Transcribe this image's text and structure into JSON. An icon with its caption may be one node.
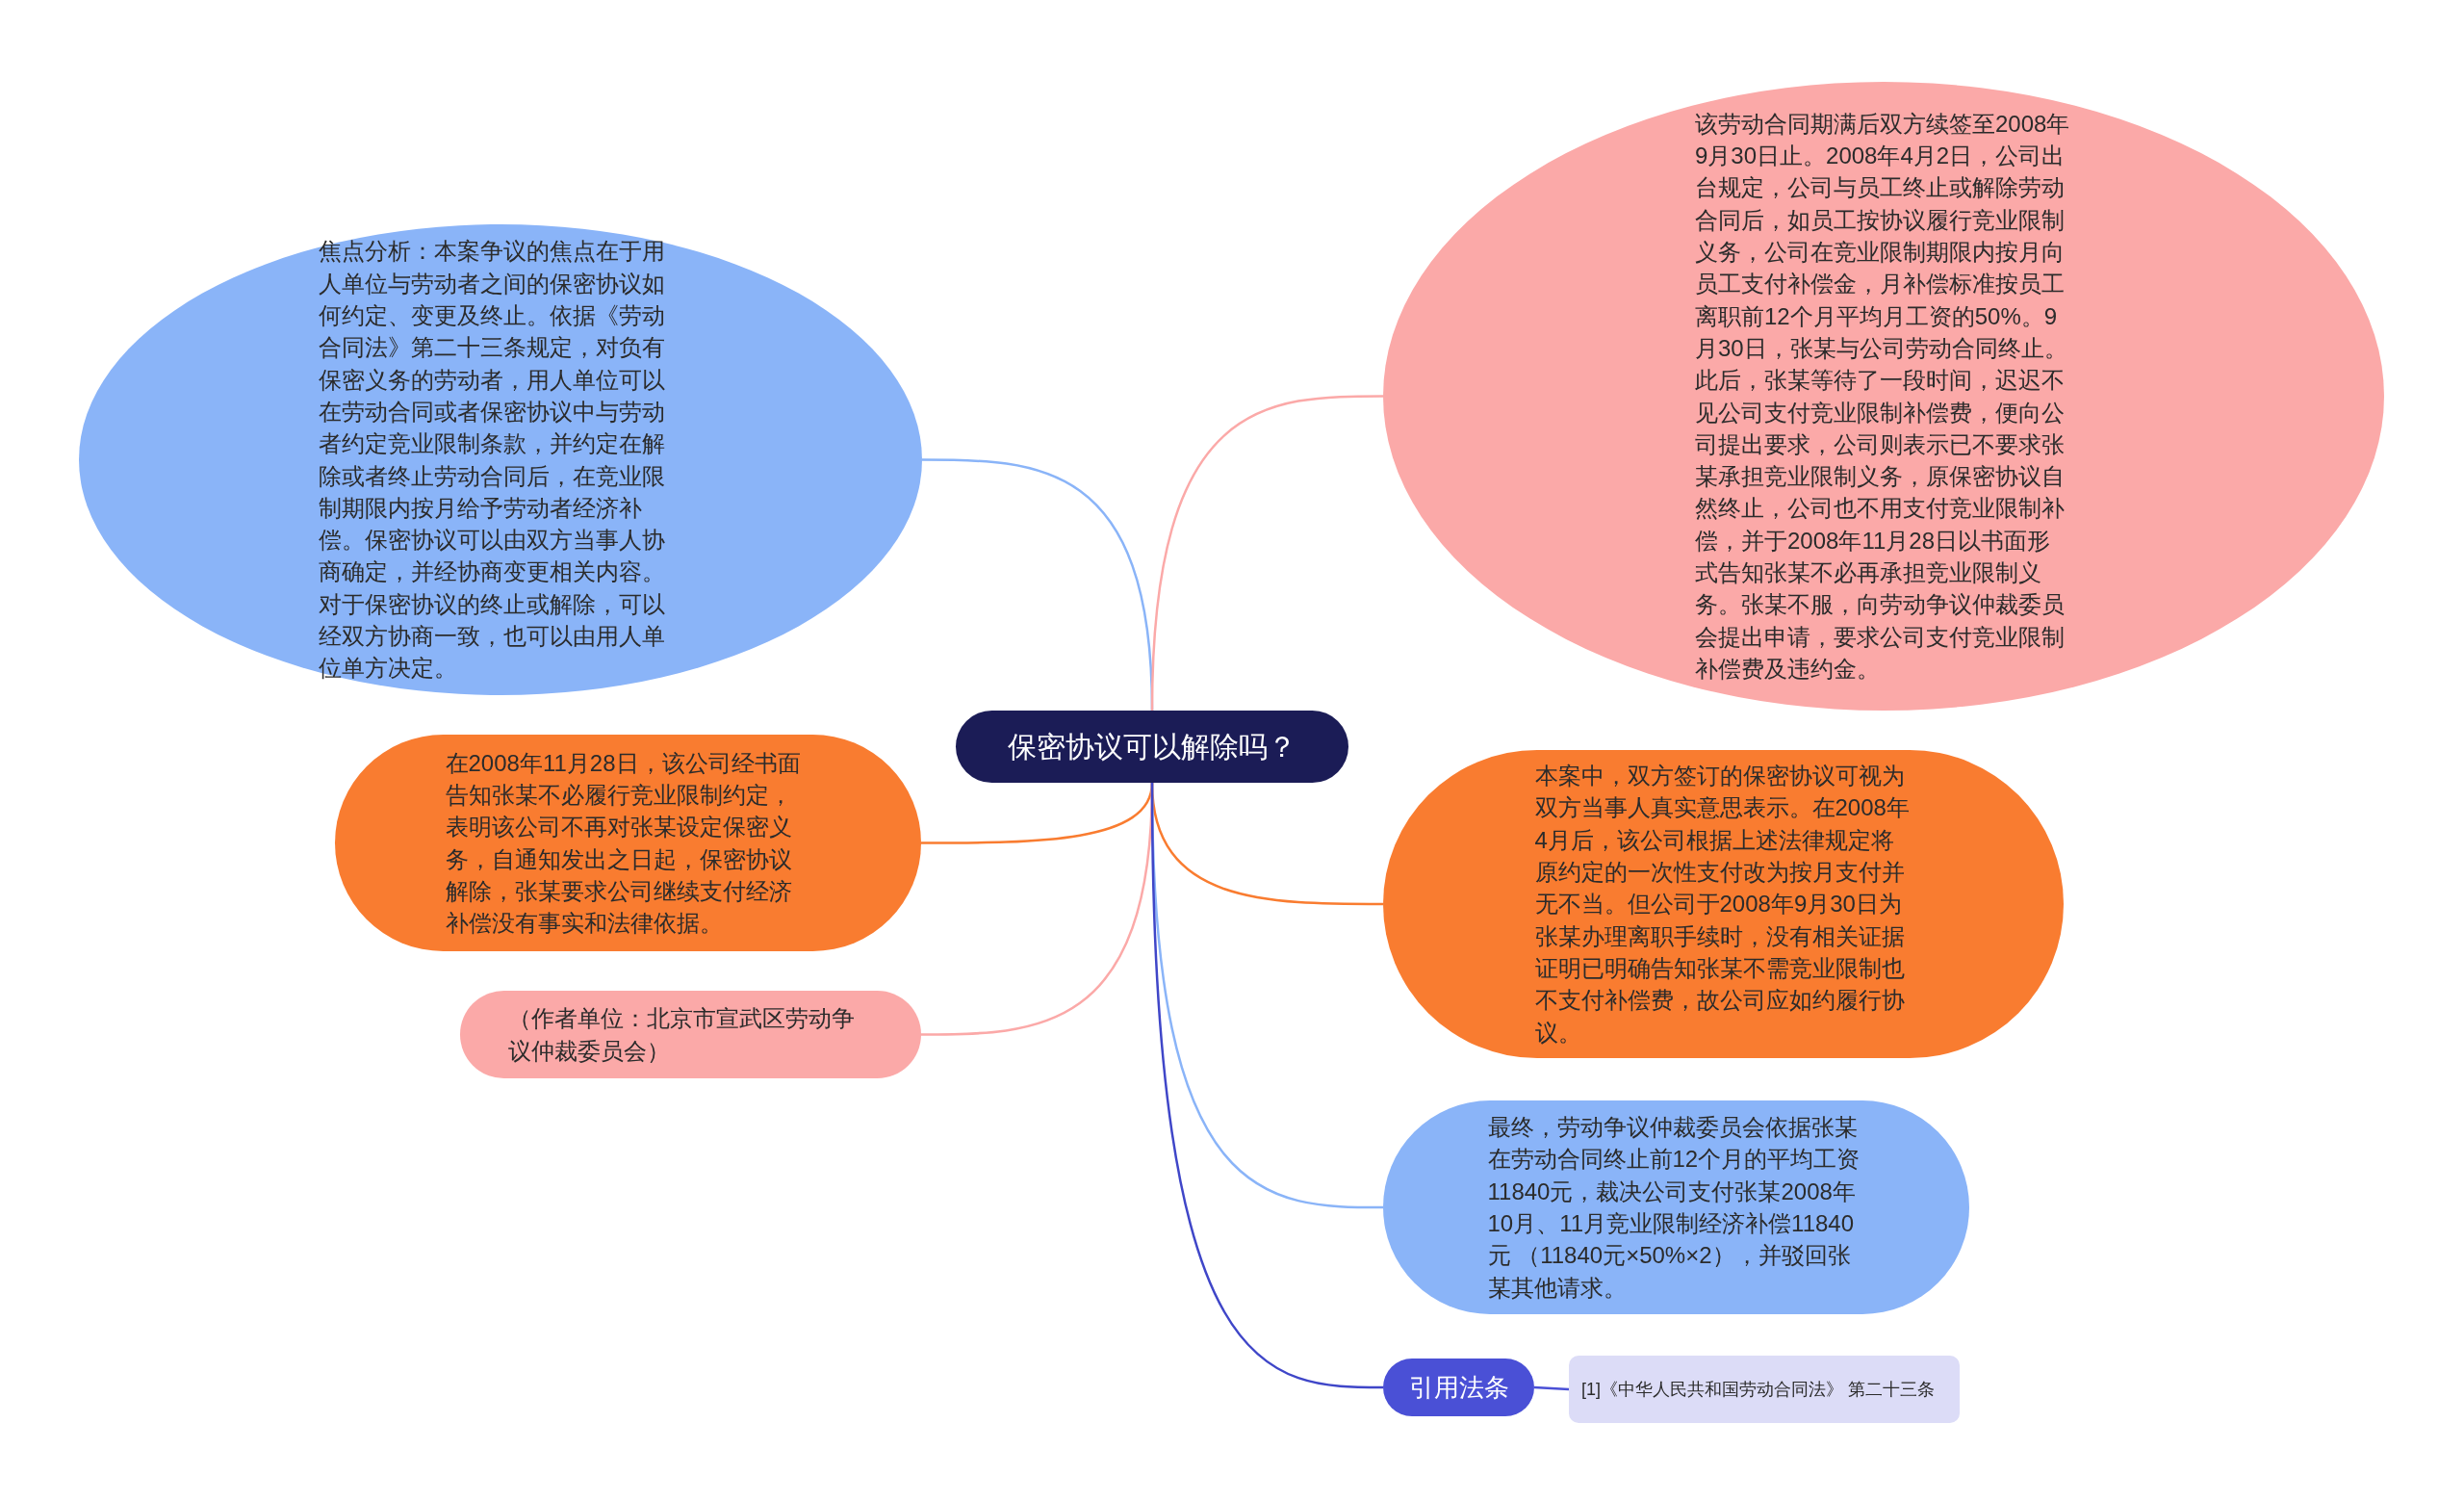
{
  "diagram": {
    "nodes": [
      {
        "text": [
          "保密协议可以解除吗？"
        ]
      },
      {
        "text": [
          "焦点分析：本案争议的焦点在于用人单位与劳动者之间的保密协议如何约定、变更及终止。依据《劳动合同法》第二十三条规定，对负有保密义务的劳动者，用人单位可以在劳动合同或者保密协议中与劳动者约定竞业限制条款，并约定在解除或者终止劳动合同后，在竞业限制期限内按月给予劳动者经济补偿。保密协议可以由双方当事人协商确定，并经协商变更相关内容。对于保密协议的终止或解除，可以经双方协商一致，也可以由用人单位单方决定。"
        ]
      },
      {
        "text": [
          "在2008年11月28日，该公司经书面告知张某不必履行竞业限制约定，表明该公司不再对张某设定保密义务，自通知发出之日起，保密协议解除，张某要求公司继续支付经济补偿没有事实和法律依据。"
        ]
      },
      {
        "text": [
          "（作者单位：北京市宣武区劳动争议仲裁委员会）"
        ]
      },
      {
        "text": [
          "该劳动合同期满后双方续签至2008年9月30日止。2008年4月2日，公司出台规定，公司与员工终止或解除劳动合同后，如员工按协议履行竞业限制义务，公司在竞业限制期限内按月向员工支付补偿金，月补偿标准按员工离职前12个月平均月工资的50%。9月30日，张某与公司劳动合同终止。此后，张某等待了一段时间，迟迟不见公司支付竞业限制补偿费，便向公司提出要求，公司则表示已不要求张某承担竞业限制义务，原保密协议自然终止，公司也不用支付竞业限制补偿，并于2008年11月28日以书面形式告知张某不必再承担竞业限制义务。张某不服，向劳动争议仲裁委员会提出申请，要求公司支付竞业限制补偿费及违约金。"
        ]
      },
      {
        "text": [
          "本案中，双方签订的保密协议可视为双方当事人真实意思表示。在2008年4月后，该公司根据上述法律规定将原约定的一次性支付改为按月支付并无不当。但公司于2008年9月30日为张某办理离职手续时，没有相关证据证明已明确告知张某不需竞业限制也不支付补偿费，故公司应如约履行协议。"
        ]
      },
      {
        "text": [
          "最终，劳动争议仲裁委员会依据张某在劳动合同终止前12个月的平均工资11840元，裁决公司支付张某2008年10月、11月竞业限制经济补偿11840元 （11840元×50%×2），并驳回张某其他请求。"
        ]
      },
      {
        "text": [
          "引用法条"
        ]
      },
      {
        "text": [
          "[1]《中华人民共和国劳动合同法》 第二十三条"
        ]
      }
    ],
    "edges": [
      {
        "from": 0,
        "to": 1,
        "arrow": "none",
        "color": "#8ab4f8"
      },
      {
        "from": 0,
        "to": 2,
        "arrow": "none",
        "color": "#f97c30"
      },
      {
        "from": 0,
        "to": 3,
        "arrow": "none",
        "color": "#fba9a8"
      },
      {
        "from": 0,
        "to": 4,
        "arrow": "none",
        "color": "#fba9a8"
      },
      {
        "from": 0,
        "to": 5,
        "arrow": "none",
        "color": "#f97c30"
      },
      {
        "from": 0,
        "to": 6,
        "arrow": "none",
        "color": "#8ab4f8"
      },
      {
        "from": 0,
        "to": 7,
        "arrow": "none",
        "color": "#3f46c8"
      },
      {
        "from": 7,
        "to": 8,
        "arrow": "none",
        "color": "#4a50d6"
      }
    ]
  }
}
